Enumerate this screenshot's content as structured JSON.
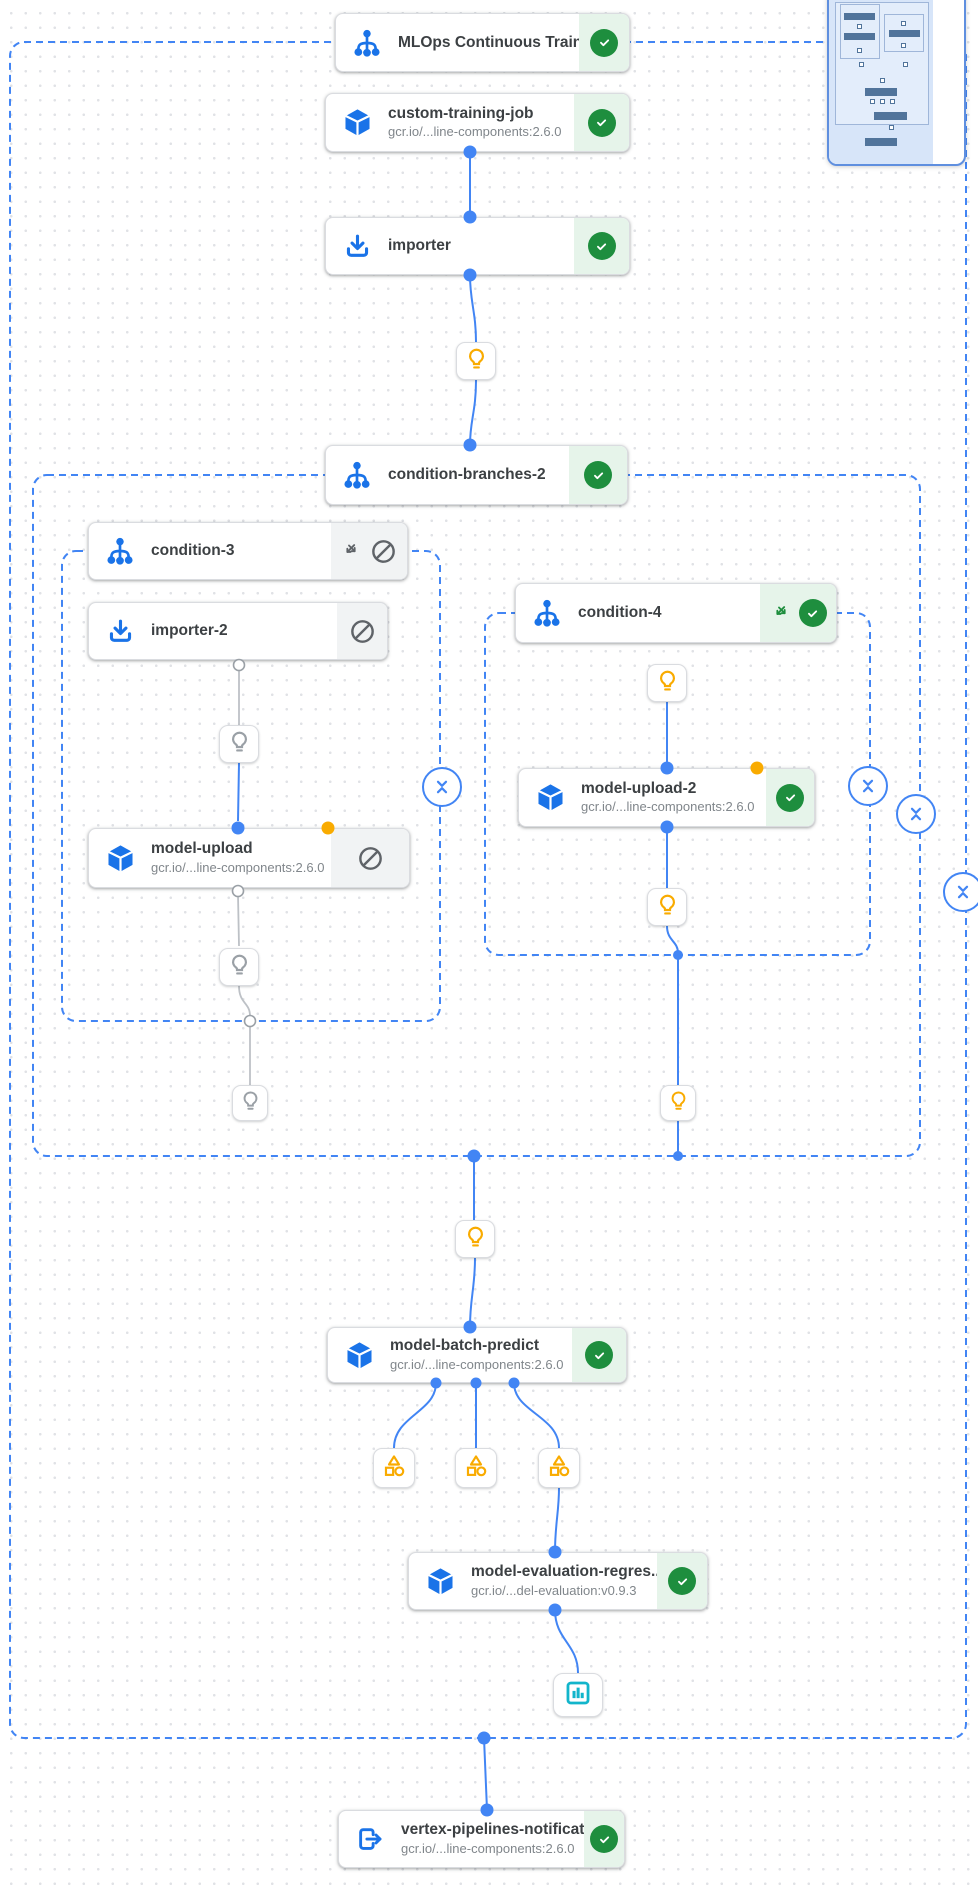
{
  "colors": {
    "edge_blue": "#4285f4",
    "edge_gray": "#bdc1c6",
    "group_border_blue": "#4285f4",
    "success_bg": "#e6f4ea",
    "success_green": "#1e8e3e",
    "skipped_bg": "#f1f3f4",
    "skipped_icon_gray": "#5f6368",
    "node_icon_blue": "#1a73e8",
    "artifact_amber": "#f9ab00",
    "metrics_teal": "#12b5cb"
  },
  "pipeline": {
    "root": {
      "title": "MLOps Continuous Traini...",
      "status": "succeeded",
      "icon": "pipeline-graph-icon"
    },
    "nodes": {
      "custom_training_job": {
        "title": "custom-training-job",
        "subtitle": "gcr.io/...line-components:2.6.0",
        "status": "succeeded",
        "icon": "component-cube-icon"
      },
      "importer": {
        "title": "importer",
        "status": "succeeded",
        "icon": "importer-icon"
      },
      "condition_branches_2": {
        "title": "condition-branches-2",
        "status": "succeeded",
        "icon": "condition-graph-icon"
      },
      "condition_3": {
        "title": "condition-3",
        "status": "branch-skipped",
        "icon": "condition-graph-icon"
      },
      "importer_2": {
        "title": "importer-2",
        "status": "skipped",
        "icon": "importer-icon"
      },
      "model_upload": {
        "title": "model-upload",
        "subtitle": "gcr.io/...line-components:2.6.0",
        "status": "skipped",
        "icon": "component-cube-icon"
      },
      "condition_4": {
        "title": "condition-4",
        "status": "branch-succeeded",
        "icon": "condition-graph-icon"
      },
      "model_upload_2": {
        "title": "model-upload-2",
        "subtitle": "gcr.io/...line-components:2.6.0",
        "status": "succeeded",
        "icon": "component-cube-icon"
      },
      "model_batch_predict": {
        "title": "model-batch-predict",
        "subtitle": "gcr.io/...line-components:2.6.0",
        "status": "succeeded",
        "icon": "component-cube-icon"
      },
      "model_evaluation_regression": {
        "title": "model-evaluation-regres...",
        "subtitle": "gcr.io/...del-evaluation:v0.9.3",
        "status": "succeeded",
        "icon": "component-cube-icon"
      },
      "vertex_pipelines_notification": {
        "title": "vertex-pipelines-notificat...",
        "subtitle": "gcr.io/...line-components:2.6.0",
        "status": "succeeded",
        "icon": "exit-to-app-icon"
      }
    },
    "artifact_icons": {
      "lightbulb": "parameter-artifact-lightbulb-icon",
      "category": "model-metrics-artifact-icon",
      "bar_chart": "html-metrics-artifact-icon"
    },
    "controls": {
      "collapse": "collapse-group-button",
      "minimap": "graph-minimap"
    }
  }
}
